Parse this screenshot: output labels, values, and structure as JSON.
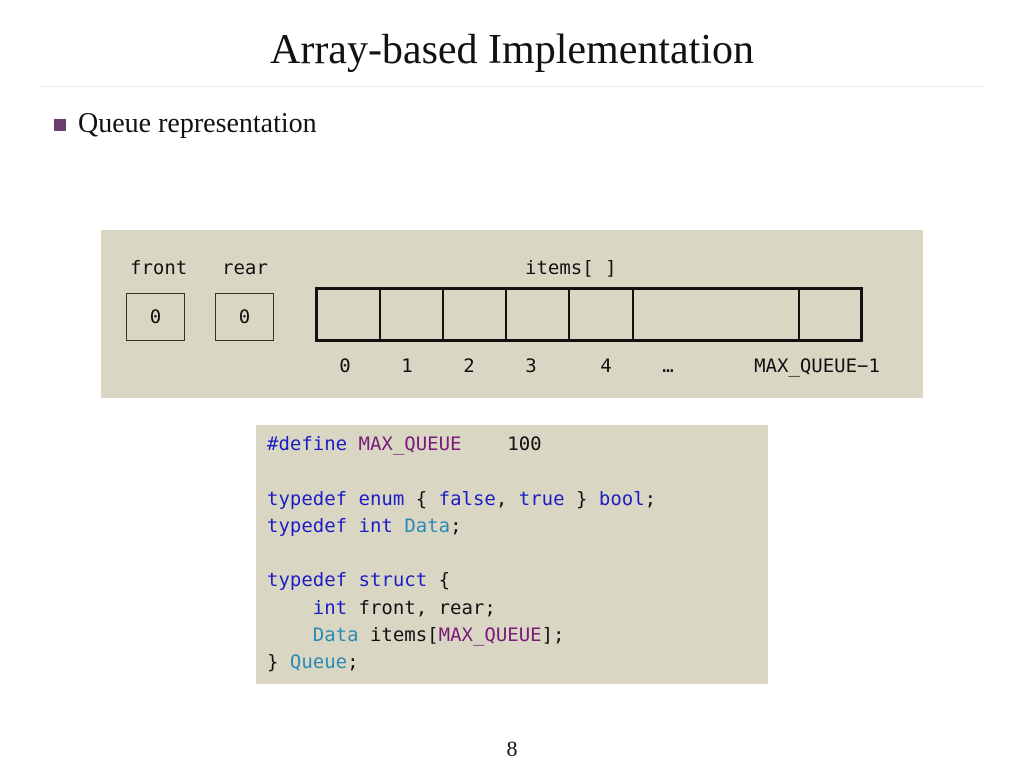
{
  "slide": {
    "title": "Array-based Implementation",
    "bullet": "Queue representation",
    "page_number": "8"
  },
  "diagram": {
    "front_label": "front",
    "rear_label": "rear",
    "items_label": "items[ ]",
    "front_value": "0",
    "rear_value": "0",
    "indices": [
      "0",
      "1",
      "2",
      "3",
      "4",
      "…",
      "MAX_QUEUE−1"
    ]
  },
  "code": {
    "define_kw": "#define",
    "define_name": "MAX_QUEUE",
    "define_value": "100",
    "typedef_kw": "typedef",
    "enum_kw": "enum",
    "brace_open": "{",
    "false_kw": "false",
    "true_kw": "true",
    "comma": ",",
    "brace_close": "}",
    "bool_kw": "bool",
    "semicolon": ";",
    "int_kw": "int",
    "data_type": "Data",
    "struct_kw": "struct",
    "front_rear_fields": "front, rear;",
    "items_field": "items[",
    "max_queue_ref": "MAX_QUEUE",
    "items_end": "];",
    "queue_type": "Queue"
  },
  "colors": {
    "keyword": "#1c1cc4",
    "macro": "#7a1a7a",
    "type": "#2b8ab3",
    "panel_background": "#d9d7c4",
    "bullet": "#6b3c6e"
  }
}
